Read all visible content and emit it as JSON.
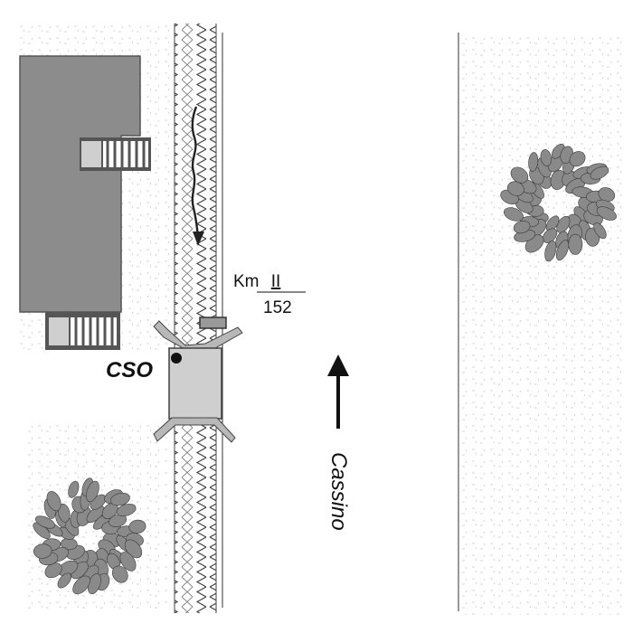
{
  "diagram": {
    "km_prefix": "Km",
    "km_roman": "II",
    "km_number": "152",
    "station_label": "CSO",
    "direction_label": "Cassino"
  },
  "colors": {
    "background": "#ffffff",
    "building": "#8c8c8c",
    "building_outline": "#555555",
    "vehicle": "#cfcfcf",
    "vehicle_outline": "#404040",
    "foliage": "#8a8a8a",
    "foliage_outline": "#3a3a3a",
    "pavement_pattern": "#c8c8c8",
    "line": "#222222"
  },
  "icons": {
    "tree": "tree-icon",
    "direction": "arrow-up-icon",
    "flow": "wavy-arrow-down-icon",
    "marker": "km-marker-icon",
    "station": "station-dot-icon"
  }
}
